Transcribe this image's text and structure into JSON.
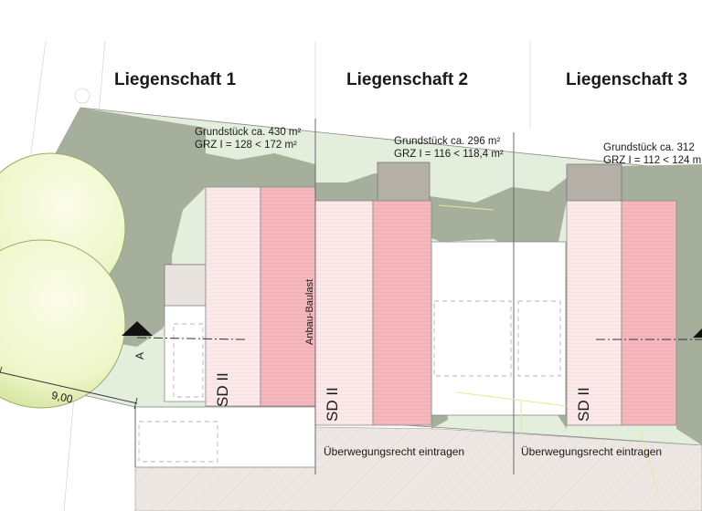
{
  "headings": [
    "Liegenschaft 1",
    "Liegenschaft 2",
    "Liegenschaft 3"
  ],
  "lots": [
    {
      "line1": "Grundstück ca. 430 m²",
      "line2": "GRZ I = 128 < 172 m²"
    },
    {
      "line1": "Grundstück ca. 296 m²",
      "line2": "GRZ I = 116 < 118,4 m²"
    },
    {
      "line1": "Grundstück ca. 312",
      "line2": "GRZ I = 112 < 124 m"
    }
  ],
  "roof_labels": [
    "SD II",
    "SD II",
    "SD II"
  ],
  "anbau_label": "Anbau-Baulast",
  "easement_labels": [
    "Überwegungsrecht eintragen",
    "Überwegungsrecht eintragen"
  ],
  "dimension_label": "9,00",
  "section_marker": "A",
  "colors": {
    "lot_fill": "#e3efdc",
    "shadow": "#a6ae9c",
    "building_light": "#fbe9e9",
    "building_pink": "#f4b7bd",
    "paving": "#ece6e2",
    "tree": "#eef5c8"
  }
}
